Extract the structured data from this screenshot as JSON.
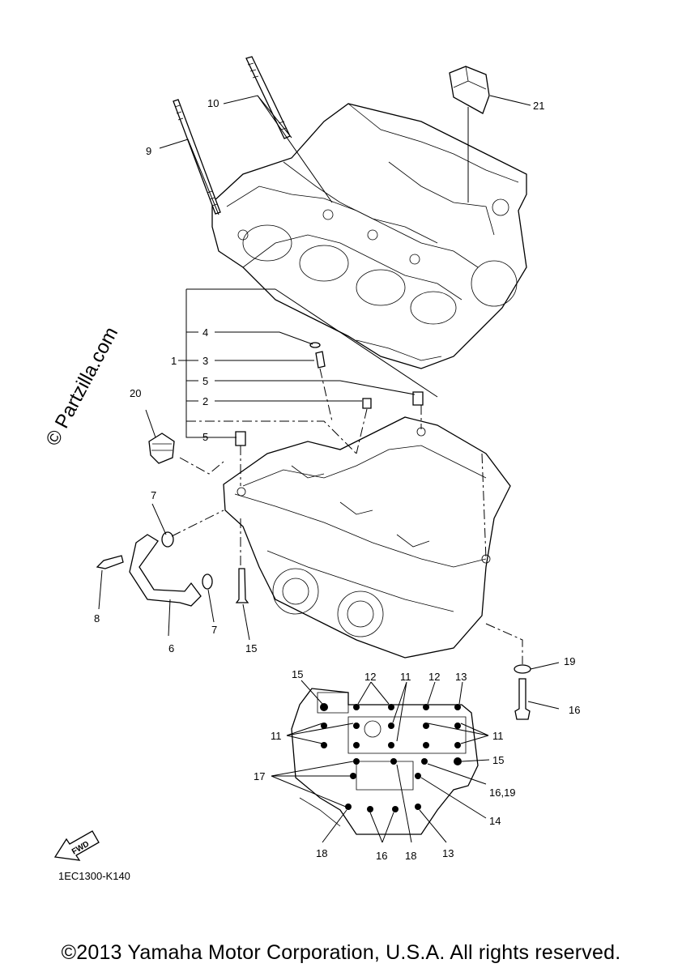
{
  "watermark": "© Partzilla.com",
  "diagram_code": "1EC1300-K140",
  "fwd_label": "FWD",
  "copyright": "©2013 Yamaha Motor Corporation, U.S.A. All rights reserved.",
  "callouts": {
    "c1": "1",
    "c2": "2",
    "c3": "3",
    "c4": "4",
    "c5a": "5",
    "c5b": "5",
    "c6": "6",
    "c7a": "7",
    "c7b": "7",
    "c8": "8",
    "c9": "9",
    "c10": "10",
    "c11a": "11",
    "c11b": "11",
    "c11c": "11",
    "c12a": "12",
    "c12b": "12",
    "c13a": "13",
    "c13b": "13",
    "c14": "14",
    "c15a": "15",
    "c15b": "15",
    "c15c": "15",
    "c16a": "16",
    "c16b": "16",
    "c16_19": "16,19",
    "c17": "17",
    "c18a": "18",
    "c18b": "18",
    "c19": "19",
    "c20": "20",
    "c21": "21"
  }
}
